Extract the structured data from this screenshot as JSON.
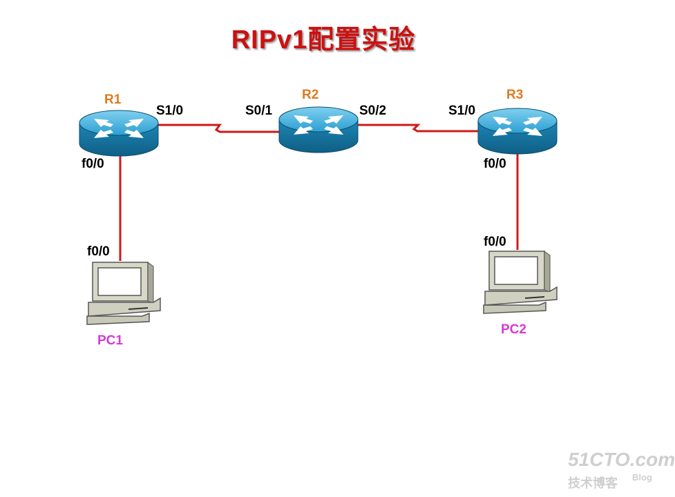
{
  "title": "RIPv1配置实验",
  "routers": [
    {
      "id": "R1",
      "label": "R1"
    },
    {
      "id": "R2",
      "label": "R2"
    },
    {
      "id": "R3",
      "label": "R3"
    }
  ],
  "pcs": [
    {
      "id": "PC1",
      "label": "PC1"
    },
    {
      "id": "PC2",
      "label": "PC2"
    }
  ],
  "interfaces": {
    "r1_serial": "S1/0",
    "r2_serial_left": "S0/1",
    "r2_serial_right": "S0/2",
    "r3_serial": "S1/0",
    "r1_fast": "f0/0",
    "r3_fast": "f0/0",
    "pc1_fast": "f0/0",
    "pc2_fast": "f0/0"
  },
  "links": [
    {
      "from": "R1",
      "to": "R2",
      "type": "serial"
    },
    {
      "from": "R2",
      "to": "R3",
      "type": "serial"
    },
    {
      "from": "R1",
      "to": "PC1",
      "type": "ethernet"
    },
    {
      "from": "R3",
      "to": "PC2",
      "type": "ethernet"
    }
  ],
  "watermark": {
    "site": "51CTO.com",
    "sub": "技术博客",
    "blog": "Blog"
  },
  "colors": {
    "title": "#cc1111",
    "router_label": "#e07a1f",
    "pc_label": "#d63ad6",
    "link": "#d01818",
    "router_body": "#1f8fc0"
  }
}
